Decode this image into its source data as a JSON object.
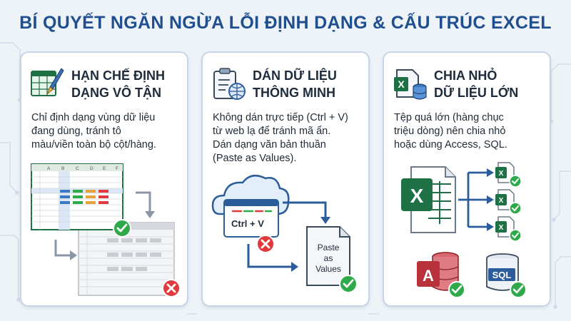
{
  "title": "BÍ QUYẾT NGĂN NGỪA LỖI ĐỊNH DẠNG & CẤU TRÚC EXCEL",
  "cards": [
    {
      "title_lines": [
        "HẠN CHẾ ĐỊNH",
        "DẠNG VÔ TẬN"
      ],
      "desc_lines": [
        "Chỉ định dạng vùng dữ liệu",
        "đang dùng, tránh tô",
        "màu/viền toàn bộ cột/hàng."
      ],
      "sheet_columns": [
        "A",
        "B",
        "C",
        "D",
        "E",
        "F"
      ],
      "icon": "spreadsheet-paintbrush-icon"
    },
    {
      "title_lines": [
        "DÁN DỮ LIỆU",
        "THÔNG MINH"
      ],
      "desc_lines": [
        "Không dán trực tiếp (Ctrl + V)",
        "từ web lạ để tránh mã ẩn.",
        "Dán dạng văn bản thuần",
        "(Paste as Values)."
      ],
      "shortcut_label": "Ctrl + V",
      "paste_label_lines": [
        "Paste",
        "as",
        "Values"
      ],
      "icon": "clipboard-globe-icon"
    },
    {
      "title_lines": [
        "CHIA NHỎ",
        "DỮ LIỆU LỚN"
      ],
      "desc_lines": [
        "Tệp quá lớn (hàng chục",
        "triệu dòng) nên chia nhỏ",
        "hoặc dùng Access, SQL."
      ],
      "excel_letter": "X",
      "access_letter": "A",
      "sql_label": "SQL",
      "icon": "excel-database-icon"
    }
  ],
  "colors": {
    "title": "#1f4f8f",
    "excel_green": "#1e7145",
    "check_green": "#2eaa4a",
    "error_red": "#e0393e",
    "arrow_blue": "#2a5d9a",
    "access_red": "#b7323a"
  }
}
